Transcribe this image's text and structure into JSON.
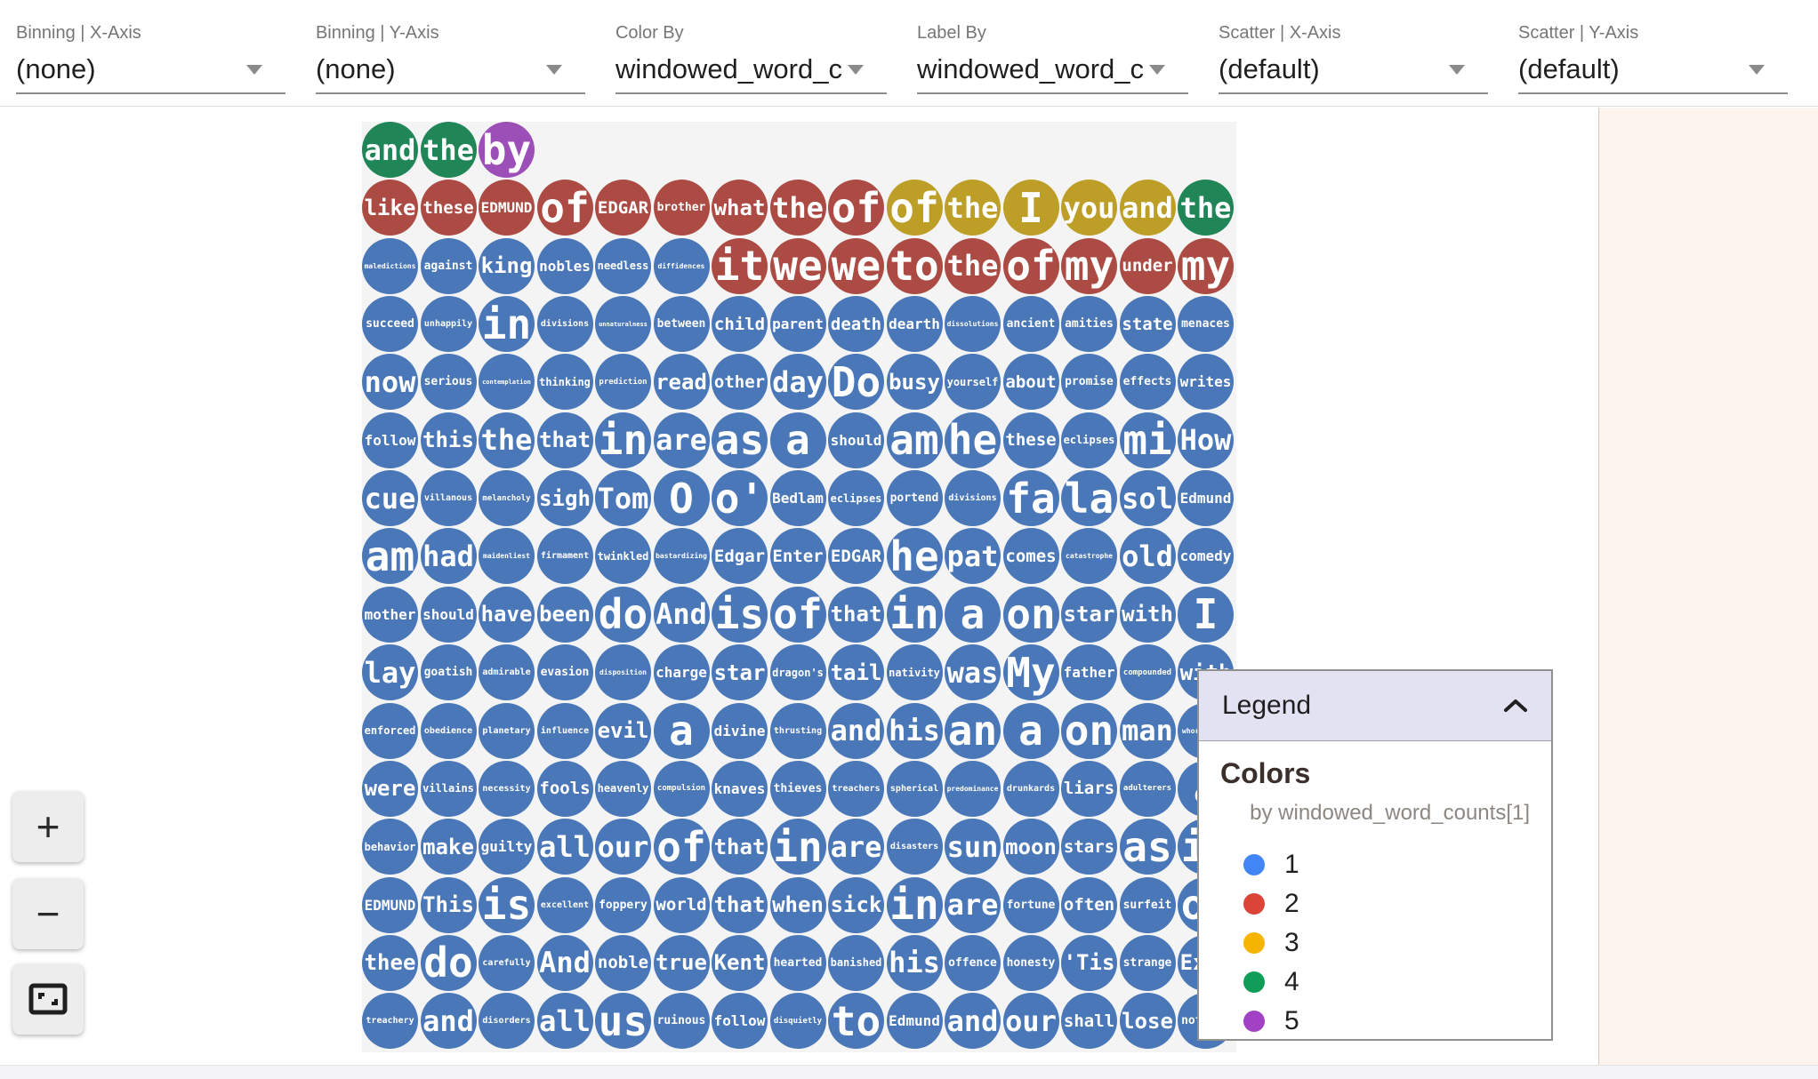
{
  "toolbar": {
    "dropdowns": [
      {
        "label": "Binning | X-Axis",
        "value": "(none)"
      },
      {
        "label": "Binning | Y-Axis",
        "value": "(none)"
      },
      {
        "label": "Color By",
        "value": "windowed_word_c"
      },
      {
        "label": "Label By",
        "value": "windowed_word_c"
      },
      {
        "label": "Scatter | X-Axis",
        "value": "(default)"
      },
      {
        "label": "Scatter | Y-Axis",
        "value": "(default)"
      }
    ]
  },
  "zoom_controls": {
    "zoom_in": "+",
    "zoom_out": "−"
  },
  "legend": {
    "title": "Legend",
    "section_title": "Colors",
    "subtitle": "by windowed_word_counts[1]",
    "items": [
      {
        "label": "1",
        "color": "#4285F4"
      },
      {
        "label": "2",
        "color": "#DB4437"
      },
      {
        "label": "3",
        "color": "#F4B400"
      },
      {
        "label": "4",
        "color": "#0F9D58"
      },
      {
        "label": "5",
        "color": "#A142C4"
      }
    ]
  },
  "grid": {
    "bubble_colors": {
      "1": "#4A77B8",
      "2": "#AC4B43",
      "3": "#BD9E26",
      "4": "#218657",
      "5": "#9C4FB6"
    },
    "rows": [
      [
        [
          "and",
          4
        ],
        [
          "the",
          4
        ],
        [
          "by",
          5
        ]
      ],
      [
        [
          "like",
          2
        ],
        [
          "these",
          2
        ],
        [
          "EDMUND",
          2
        ],
        [
          "of",
          2
        ],
        [
          "EDGAR",
          2
        ],
        [
          "brother",
          2
        ],
        [
          "what",
          2
        ],
        [
          "the",
          2
        ],
        [
          "of",
          2
        ],
        [
          "of",
          3
        ],
        [
          "the",
          3
        ],
        [
          "I",
          3
        ],
        [
          "you",
          3
        ],
        [
          "and",
          3
        ],
        [
          "the",
          4
        ]
      ],
      [
        [
          "maledictions",
          1
        ],
        [
          "against",
          1
        ],
        [
          "king",
          1
        ],
        [
          "nobles",
          1
        ],
        [
          "needless",
          1
        ],
        [
          "diffidences",
          1
        ],
        [
          "it",
          2
        ],
        [
          "we",
          2
        ],
        [
          "we",
          2
        ],
        [
          "to",
          2
        ],
        [
          "the",
          2
        ],
        [
          "of",
          2
        ],
        [
          "my",
          2
        ],
        [
          "under",
          2
        ],
        [
          "my",
          2
        ]
      ],
      [
        [
          "succeed",
          1
        ],
        [
          "unhappily",
          1
        ],
        [
          "in",
          1
        ],
        [
          "divisions",
          1
        ],
        [
          "unnaturalness",
          1
        ],
        [
          "between",
          1
        ],
        [
          "child",
          1
        ],
        [
          "parent",
          1
        ],
        [
          "death",
          1
        ],
        [
          "dearth",
          1
        ],
        [
          "dissolutions",
          1
        ],
        [
          "ancient",
          1
        ],
        [
          "amities",
          1
        ],
        [
          "state",
          1
        ],
        [
          "menaces",
          1
        ]
      ],
      [
        [
          "now",
          1
        ],
        [
          "serious",
          1
        ],
        [
          "contemplation",
          1
        ],
        [
          "thinking",
          1
        ],
        [
          "prediction",
          1
        ],
        [
          "read",
          1
        ],
        [
          "other",
          1
        ],
        [
          "day",
          1
        ],
        [
          "Do",
          1
        ],
        [
          "busy",
          1
        ],
        [
          "yourself",
          1
        ],
        [
          "about",
          1
        ],
        [
          "promise",
          1
        ],
        [
          "effects",
          1
        ],
        [
          "writes",
          1
        ]
      ],
      [
        [
          "follow",
          1
        ],
        [
          "this",
          1
        ],
        [
          "the",
          1
        ],
        [
          "that",
          1
        ],
        [
          "in",
          1
        ],
        [
          "are",
          1
        ],
        [
          "as",
          1
        ],
        [
          "a",
          1
        ],
        [
          "should",
          1
        ],
        [
          "am",
          1
        ],
        [
          "he",
          1
        ],
        [
          "these",
          1
        ],
        [
          "eclipses",
          1
        ],
        [
          "mi",
          1
        ],
        [
          "How",
          1
        ]
      ],
      [
        [
          "cue",
          1
        ],
        [
          "villanous",
          1
        ],
        [
          "melancholy",
          1
        ],
        [
          "sigh",
          1
        ],
        [
          "Tom",
          1
        ],
        [
          "O",
          1
        ],
        [
          "o'",
          1
        ],
        [
          "Bedlam",
          1
        ],
        [
          "eclipses",
          1
        ],
        [
          "portend",
          1
        ],
        [
          "divisions",
          1
        ],
        [
          "fa",
          1
        ],
        [
          "la",
          1
        ],
        [
          "sol",
          1
        ],
        [
          "Edmund",
          1
        ]
      ],
      [
        [
          "am",
          1
        ],
        [
          "had",
          1
        ],
        [
          "maidenliest",
          1
        ],
        [
          "firmament",
          1
        ],
        [
          "twinkled",
          1
        ],
        [
          "bastardizing",
          1
        ],
        [
          "Edgar",
          1
        ],
        [
          "Enter",
          1
        ],
        [
          "EDGAR",
          1
        ],
        [
          "he",
          1
        ],
        [
          "pat",
          1
        ],
        [
          "comes",
          1
        ],
        [
          "catastrophe",
          1
        ],
        [
          "old",
          1
        ],
        [
          "comedy",
          1
        ]
      ],
      [
        [
          "mother",
          1
        ],
        [
          "should",
          1
        ],
        [
          "have",
          1
        ],
        [
          "been",
          1
        ],
        [
          "do",
          1
        ],
        [
          "And",
          1
        ],
        [
          "is",
          1
        ],
        [
          "of",
          1
        ],
        [
          "that",
          1
        ],
        [
          "in",
          1
        ],
        [
          "a",
          1
        ],
        [
          "on",
          1
        ],
        [
          "star",
          1
        ],
        [
          "with",
          1
        ],
        [
          "I",
          1
        ]
      ],
      [
        [
          "lay",
          1
        ],
        [
          "goatish",
          1
        ],
        [
          "admirable",
          1
        ],
        [
          "evasion",
          1
        ],
        [
          "disposition",
          1
        ],
        [
          "charge",
          1
        ],
        [
          "star",
          1
        ],
        [
          "dragon's",
          1
        ],
        [
          "tail",
          1
        ],
        [
          "nativity",
          1
        ],
        [
          "was",
          1
        ],
        [
          "My",
          1
        ],
        [
          "father",
          1
        ],
        [
          "compounded",
          1
        ],
        [
          "with",
          1
        ]
      ],
      [
        [
          "enforced",
          1
        ],
        [
          "obedience",
          1
        ],
        [
          "planetary",
          1
        ],
        [
          "influence",
          1
        ],
        [
          "evil",
          1
        ],
        [
          "a",
          1
        ],
        [
          "divine",
          1
        ],
        [
          "thrusting",
          1
        ],
        [
          "and",
          1
        ],
        [
          "his",
          1
        ],
        [
          "an",
          1
        ],
        [
          "a",
          1
        ],
        [
          "on",
          1
        ],
        [
          "man",
          1
        ],
        [
          "whoremaster",
          1
        ]
      ],
      [
        [
          "were",
          1
        ],
        [
          "villains",
          1
        ],
        [
          "necessity",
          1
        ],
        [
          "fools",
          1
        ],
        [
          "heavenly",
          1
        ],
        [
          "compulsion",
          1
        ],
        [
          "knaves",
          1
        ],
        [
          "thieves",
          1
        ],
        [
          "treachers",
          1
        ],
        [
          "spherical",
          1
        ],
        [
          "predominance",
          1
        ],
        [
          "drunkards",
          1
        ],
        [
          "liars",
          1
        ],
        [
          "adulterers",
          1
        ],
        [
          "a",
          1
        ]
      ],
      [
        [
          "behavior",
          1
        ],
        [
          "make",
          1
        ],
        [
          "guilty",
          1
        ],
        [
          "all",
          1
        ],
        [
          "our",
          1
        ],
        [
          "of",
          1
        ],
        [
          "that",
          1
        ],
        [
          "in",
          1
        ],
        [
          "are",
          1
        ],
        [
          "disasters",
          1
        ],
        [
          "sun",
          1
        ],
        [
          "moon",
          1
        ],
        [
          "stars",
          1
        ],
        [
          "as",
          1
        ],
        [
          "in",
          1
        ]
      ],
      [
        [
          "EDMUND",
          1
        ],
        [
          "This",
          1
        ],
        [
          "is",
          1
        ],
        [
          "excellent",
          1
        ],
        [
          "foppery",
          1
        ],
        [
          "world",
          1
        ],
        [
          "that",
          1
        ],
        [
          "when",
          1
        ],
        [
          "sick",
          1
        ],
        [
          "in",
          1
        ],
        [
          "are",
          1
        ],
        [
          "fortune",
          1
        ],
        [
          "often",
          1
        ],
        [
          "surfeit",
          1
        ],
        [
          "of",
          1
        ]
      ],
      [
        [
          "thee",
          1
        ],
        [
          "do",
          1
        ],
        [
          "carefully",
          1
        ],
        [
          "And",
          1
        ],
        [
          "noble",
          1
        ],
        [
          "true",
          1
        ],
        [
          "Kent",
          1
        ],
        [
          "hearted",
          1
        ],
        [
          "banished",
          1
        ],
        [
          "his",
          1
        ],
        [
          "offence",
          1
        ],
        [
          "honesty",
          1
        ],
        [
          "'Tis",
          1
        ],
        [
          "strange",
          1
        ],
        [
          "Exit",
          1
        ]
      ],
      [
        [
          "treachery",
          1
        ],
        [
          "and",
          1
        ],
        [
          "disorders",
          1
        ],
        [
          "all",
          1
        ],
        [
          "us",
          1
        ],
        [
          "ruinous",
          1
        ],
        [
          "follow",
          1
        ],
        [
          "disquietly",
          1
        ],
        [
          "to",
          1
        ],
        [
          "Edmund",
          1
        ],
        [
          "and",
          1
        ],
        [
          "our",
          1
        ],
        [
          "shall",
          1
        ],
        [
          "lose",
          1
        ],
        [
          "nothing",
          1
        ]
      ]
    ]
  }
}
